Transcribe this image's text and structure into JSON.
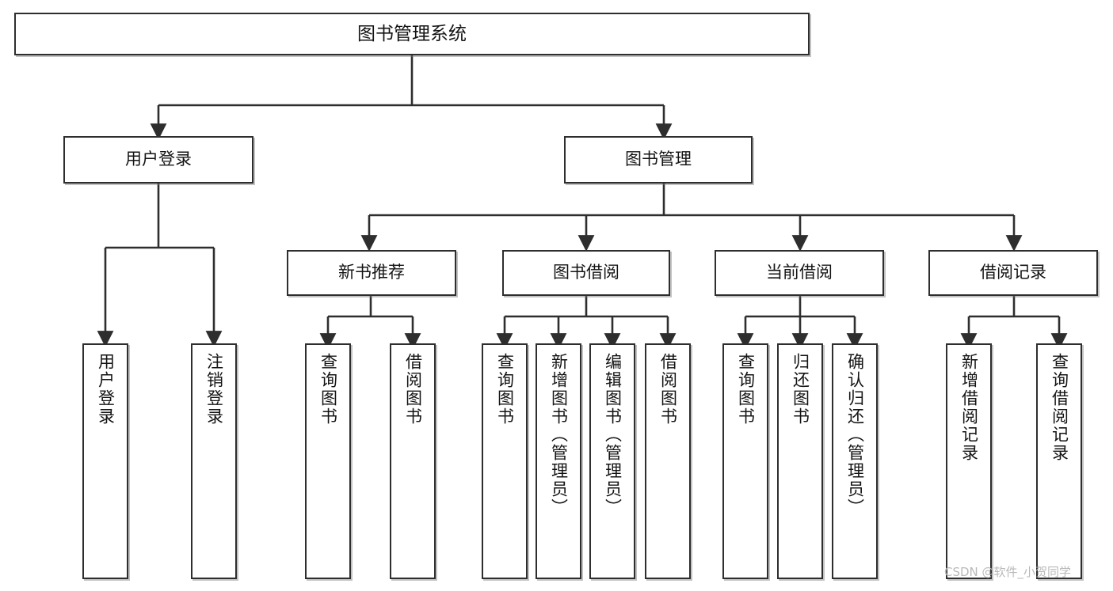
{
  "diagram": {
    "title": "图书管理系统",
    "type": "hierarchy-tree",
    "watermark": "CSDN @软件_小贺同学",
    "colors": {
      "background": "#ffffff",
      "node_border": "#2e2e2e",
      "node_fill": "#ffffff",
      "edge": "#2e2e2e",
      "watermark": "#b9b9b9"
    },
    "nodes": {
      "root": {
        "label": "图书管理系统"
      },
      "level1": [
        {
          "id": "user-login",
          "label": "用户登录"
        },
        {
          "id": "book-manage",
          "label": "图书管理"
        }
      ],
      "level2": [
        {
          "id": "new-book-rec",
          "label": "新书推荐"
        },
        {
          "id": "book-borrow",
          "label": "图书借阅"
        },
        {
          "id": "current-borrow",
          "label": "当前借阅"
        },
        {
          "id": "borrow-record",
          "label": "借阅记录"
        }
      ],
      "leaves": {
        "user-login": [
          {
            "id": "leaf-user-login",
            "label": "用户登录"
          },
          {
            "id": "leaf-user-logout",
            "label": "注销登录"
          }
        ],
        "new-book-rec": [
          {
            "id": "leaf-query-book-1",
            "label": "查询图书"
          },
          {
            "id": "leaf-borrow-book-1",
            "label": "借阅图书"
          }
        ],
        "book-borrow": [
          {
            "id": "leaf-query-book-2",
            "label": "查询图书"
          },
          {
            "id": "leaf-add-book",
            "label": "新增图书（管理员）"
          },
          {
            "id": "leaf-edit-book",
            "label": "编辑图书（管理员）"
          },
          {
            "id": "leaf-borrow-book-2",
            "label": "借阅图书"
          }
        ],
        "current-borrow": [
          {
            "id": "leaf-query-book-3",
            "label": "查询图书"
          },
          {
            "id": "leaf-return-book",
            "label": "归还图书"
          },
          {
            "id": "leaf-confirm-return",
            "label": "确认归还（管理员）"
          }
        ],
        "borrow-record": [
          {
            "id": "leaf-add-record",
            "label": "新增借阅记录"
          },
          {
            "id": "leaf-query-record",
            "label": "查询借阅记录"
          }
        ]
      }
    }
  }
}
